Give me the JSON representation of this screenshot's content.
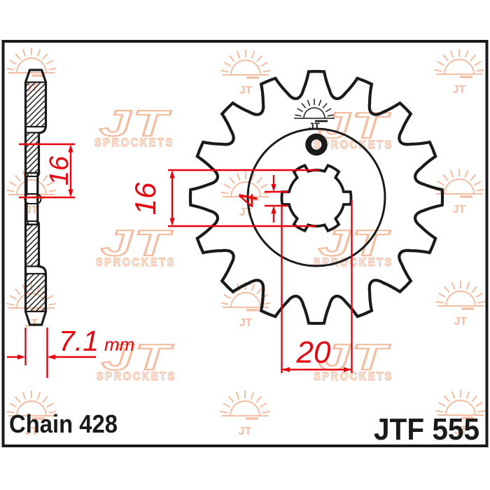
{
  "part": {
    "part_number": "JTF 555",
    "chain_label": "Chain 428"
  },
  "dimensions": {
    "side_hub_length": "16",
    "side_tooth_width": "7.1",
    "side_tooth_width_unit": "mm",
    "front_bore_inner": "16",
    "front_spline_slot": "4",
    "front_spline_outer": "20"
  },
  "stamp_jt": "JT",
  "watermark": {
    "jt": "JT",
    "sprockets": "SPROCKETS"
  },
  "colors": {
    "dimension_red": "#e8000d",
    "watermark_peach": "#f3bda2",
    "line_ink": "#1a1a1a"
  }
}
